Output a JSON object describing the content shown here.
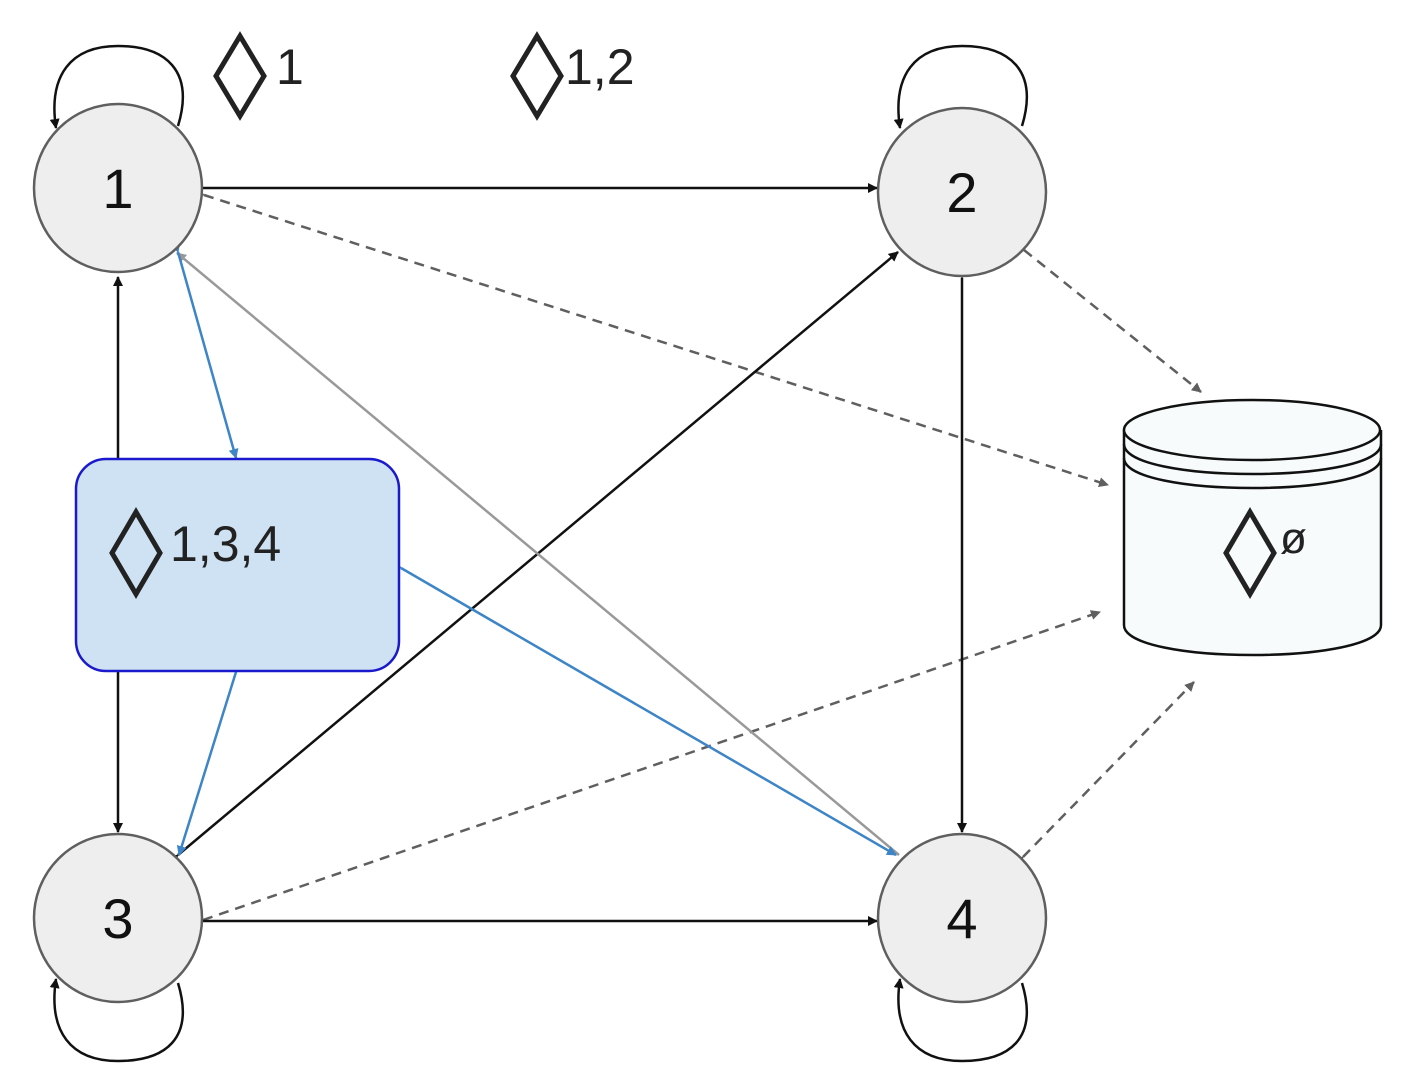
{
  "colors": {
    "node_fill": "#eeeeee",
    "node_stroke": "#5f5f5f",
    "edge_black": "#111111",
    "edge_gray": "#999999",
    "edge_blue": "#3d85c6",
    "edge_dashed": "#5f5f5f",
    "box_fill": "#cfe2f3",
    "box_stroke": "#1a1acc",
    "db_fill": "#f7fbfb"
  },
  "nodes": [
    {
      "id": "n1",
      "label": "1"
    },
    {
      "id": "n2",
      "label": "2"
    },
    {
      "id": "n3",
      "label": "3"
    },
    {
      "id": "n4",
      "label": "4"
    }
  ],
  "labels": {
    "top_left": "1",
    "top_middle": "1,2",
    "box": "1,3,4",
    "database": "ø"
  },
  "icons": {
    "diamond": "diamond-icon",
    "database": "database-icon"
  }
}
